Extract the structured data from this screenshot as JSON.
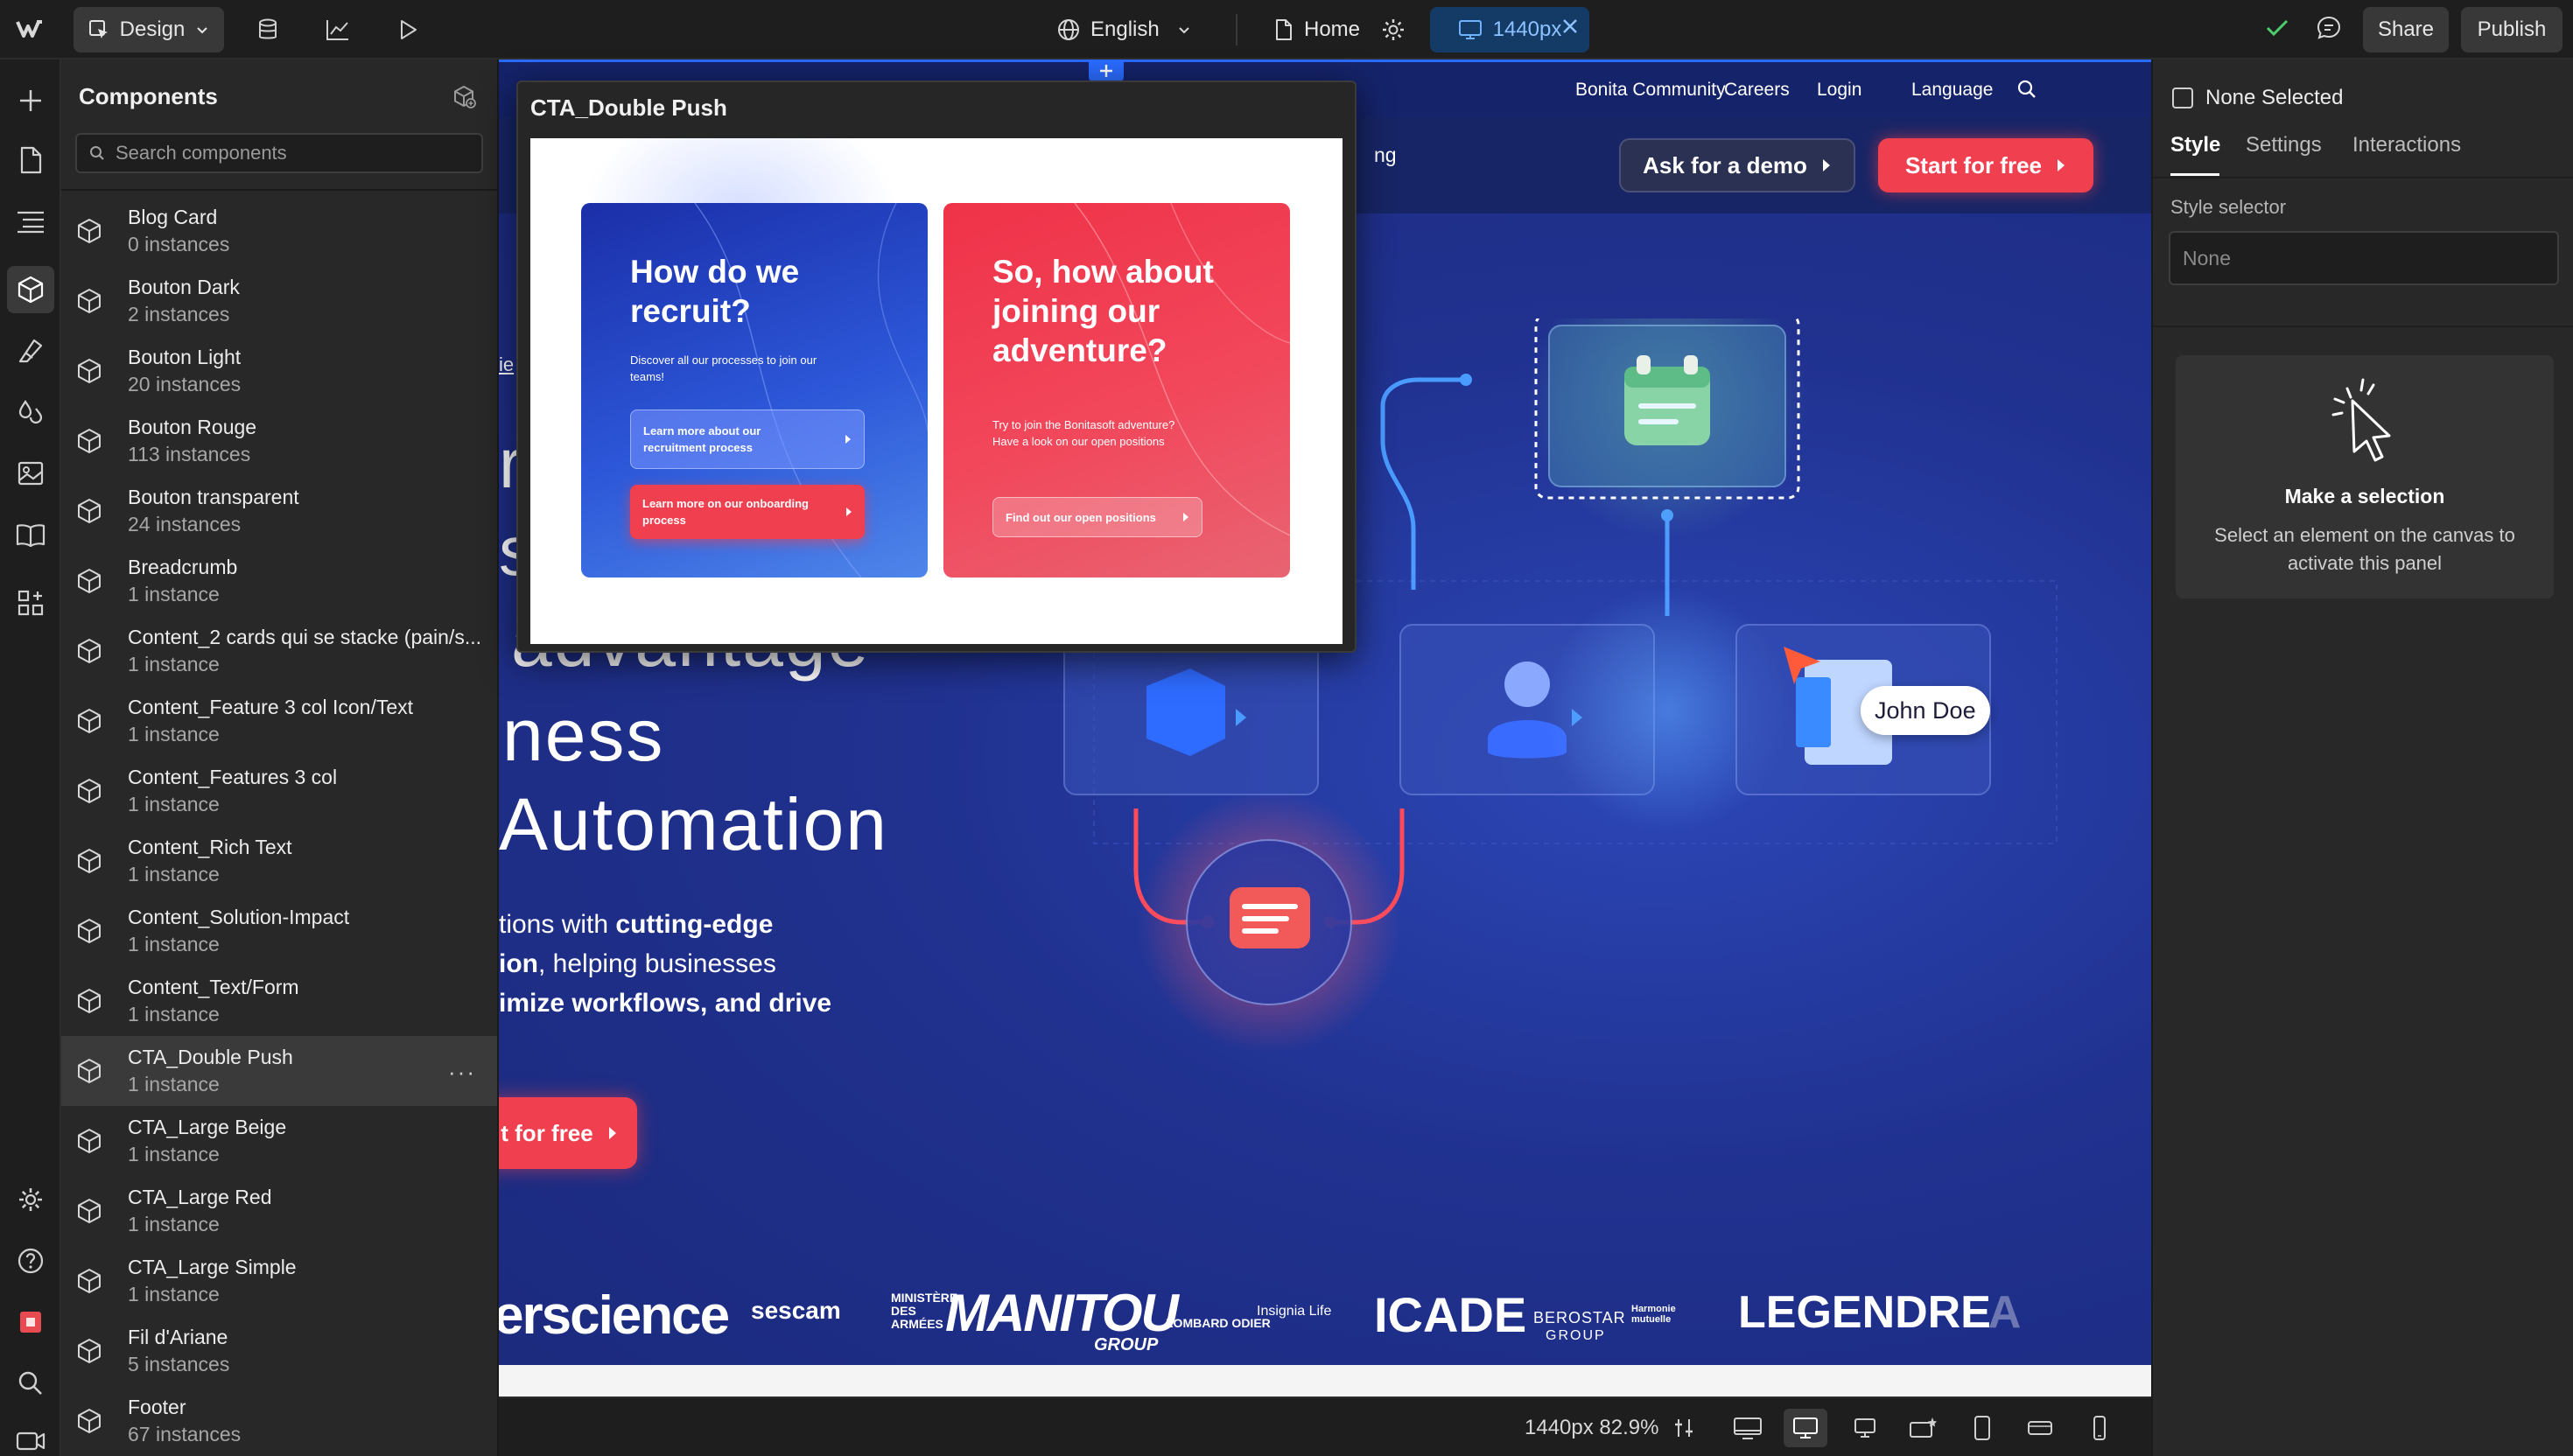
{
  "topbar": {
    "mode_label": "Design",
    "language": "English",
    "page": "Home",
    "breakpoint": "1440px",
    "share_label": "Share",
    "publish_label": "Publish"
  },
  "components_panel": {
    "title": "Components",
    "search_placeholder": "Search components",
    "items": [
      {
        "name": "Blog Card",
        "count": "0 instances"
      },
      {
        "name": "Bouton Dark",
        "count": "2 instances"
      },
      {
        "name": "Bouton Light",
        "count": "20 instances"
      },
      {
        "name": "Bouton Rouge",
        "count": "113 instances"
      },
      {
        "name": "Bouton transparent",
        "count": "24 instances"
      },
      {
        "name": "Breadcrumb",
        "count": "1 instance"
      },
      {
        "name": "Content_2 cards qui se stacke (pain/s...",
        "count": "1 instance"
      },
      {
        "name": "Content_Feature 3 col Icon/Text",
        "count": "1 instance"
      },
      {
        "name": "Content_Features 3 col",
        "count": "1 instance"
      },
      {
        "name": "Content_Rich Text",
        "count": "1 instance"
      },
      {
        "name": "Content_Solution-Impact",
        "count": "1 instance"
      },
      {
        "name": "Content_Text/Form",
        "count": "1 instance"
      },
      {
        "name": "CTA_Double Push",
        "count": "1 instance"
      },
      {
        "name": "CTA_Large Beige",
        "count": "1 instance"
      },
      {
        "name": "CTA_Large Red",
        "count": "1 instance"
      },
      {
        "name": "CTA_Large Simple",
        "count": "1 instance"
      },
      {
        "name": "Fil d'Ariane",
        "count": "5 instances"
      },
      {
        "name": "Footer",
        "count": "67 instances"
      }
    ],
    "selected_index": 12
  },
  "preview": {
    "title": "CTA_Double Push",
    "card_left": {
      "heading_1": "How do we",
      "heading_2": "recruit?",
      "text_1": "Discover all our processes to join our",
      "text_2": "teams!",
      "button_1a": "Learn more about our",
      "button_1b": "recruitment process",
      "button_2a": "Learn more on our onboarding",
      "button_2b": "process"
    },
    "card_right": {
      "heading_1": "So, how about",
      "heading_2": "joining our",
      "heading_3": "adventure?",
      "text_1": "Try to join the Bonitasoft adventure?",
      "text_2": "Have a look on our open positions",
      "button": "Find out our open positions"
    }
  },
  "site": {
    "nav": [
      "Bonita Community",
      "Careers",
      "Login",
      "Language"
    ],
    "header_partial": "ng",
    "ask_demo": "Ask for a demo",
    "start_free": "Start for free",
    "hero_partial_link": "ie",
    "hero_line_1": "r",
    "hero_line_2": "s",
    "hero_line_3": "advantage",
    "hero_line_4": "ness",
    "hero_line_5": "Automation",
    "body_line_1a": "tions with ",
    "body_line_1b": "cutting-edge",
    "body_line_2a": "ion",
    "body_line_2b": ", helping businesses",
    "body_line_3": "imize workflows, and drive",
    "cta_partial": "t for free",
    "john_doe": "John Doe",
    "logos": [
      "erscience",
      "sescam",
      "MINISTÈRE DES ARMÉES",
      "MANITOU",
      "GROUP",
      "LOMBARD ODIER",
      "Insignia Life",
      "ICADE",
      "BEROSTAR",
      "GROUP",
      "Harmonie mutuelle",
      "LEGENDRE",
      "LA"
    ]
  },
  "right_panel": {
    "none_selected": "None Selected",
    "tabs": [
      "Style",
      "Settings",
      "Interactions"
    ],
    "style_selector_label": "Style selector",
    "style_selector_placeholder": "None",
    "card_title": "Make a selection",
    "card_text_1": "Select an element on the canvas to",
    "card_text_2": "activate this panel"
  },
  "bottombar": {
    "viewport": "1440px 82.9%"
  },
  "colors": {
    "app_bg": "#1e1e1e",
    "panel_bg": "#282828",
    "accent_blue": "#2a6bff",
    "site_blue": "#1f2f8c",
    "brand_red": "#f0404f"
  }
}
